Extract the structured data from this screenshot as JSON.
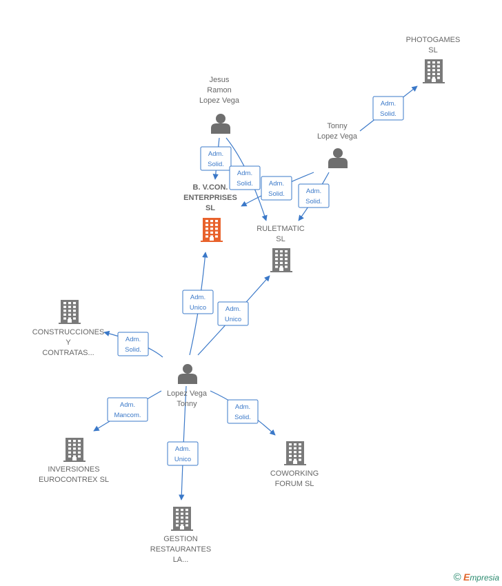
{
  "colors": {
    "edge": "#3a78c8",
    "company": "#7a7a7a",
    "company_highlight": "#e8622c",
    "person": "#6e6e6e",
    "label": "#666666"
  },
  "nodes": [
    {
      "id": "photogames",
      "kind": "company",
      "lines": [
        "PHOTOGAMES",
        "SL"
      ]
    },
    {
      "id": "jesus",
      "kind": "person",
      "lines": [
        "Jesus",
        "Ramon",
        "Lopez Vega"
      ]
    },
    {
      "id": "tonny_top",
      "kind": "person",
      "lines": [
        "Tonny",
        "Lopez Vega"
      ]
    },
    {
      "id": "bvcon",
      "kind": "company",
      "highlight": true,
      "lines": [
        "B. V.CON.",
        "ENTERPRISES",
        "SL"
      ]
    },
    {
      "id": "ruletmatic",
      "kind": "company",
      "lines": [
        "RULETMATIC",
        "SL"
      ]
    },
    {
      "id": "construcciones",
      "kind": "company",
      "lines": [
        "CONSTRUCCIONES",
        "Y",
        "CONTRATAS..."
      ]
    },
    {
      "id": "center",
      "kind": "person",
      "lines": [
        "Lopez Vega",
        "Tonny"
      ]
    },
    {
      "id": "inversiones",
      "kind": "company",
      "lines": [
        "INVERSIONES",
        "EUROCONTREX SL"
      ]
    },
    {
      "id": "coworking",
      "kind": "company",
      "lines": [
        "COWORKING",
        "FORUM  SL"
      ]
    },
    {
      "id": "gestion",
      "kind": "company",
      "lines": [
        "GESTION",
        "RESTAURANTES",
        "LA..."
      ]
    }
  ],
  "edges": [
    {
      "from": "tonny_top",
      "to": "photogames",
      "label": [
        "Adm.",
        "Solid."
      ]
    },
    {
      "from": "jesus",
      "to": "bvcon",
      "label": [
        "Adm.",
        "Solid."
      ]
    },
    {
      "from": "jesus",
      "to": "ruletmatic",
      "label": [
        "Adm.",
        "Solid."
      ]
    },
    {
      "from": "tonny_top",
      "to": "bvcon",
      "label": [
        "Adm.",
        "Solid."
      ]
    },
    {
      "from": "tonny_top",
      "to": "ruletmatic",
      "label": [
        "Adm.",
        "Solid."
      ]
    },
    {
      "from": "center",
      "to": "bvcon",
      "label": [
        "Adm.",
        "Unico"
      ]
    },
    {
      "from": "center",
      "to": "ruletmatic",
      "label": [
        "Adm.",
        "Unico"
      ]
    },
    {
      "from": "center",
      "to": "construcciones",
      "label": [
        "Adm.",
        "Solid."
      ]
    },
    {
      "from": "center",
      "to": "inversiones",
      "label": [
        "Adm.",
        "Mancom."
      ]
    },
    {
      "from": "center",
      "to": "gestion",
      "label": [
        "Adm.",
        "Unico"
      ]
    },
    {
      "from": "center",
      "to": "coworking",
      "label": [
        "Adm.",
        "Solid."
      ]
    }
  ],
  "brand": {
    "symbol": "©",
    "initial": "E",
    "rest": "mpresia"
  }
}
